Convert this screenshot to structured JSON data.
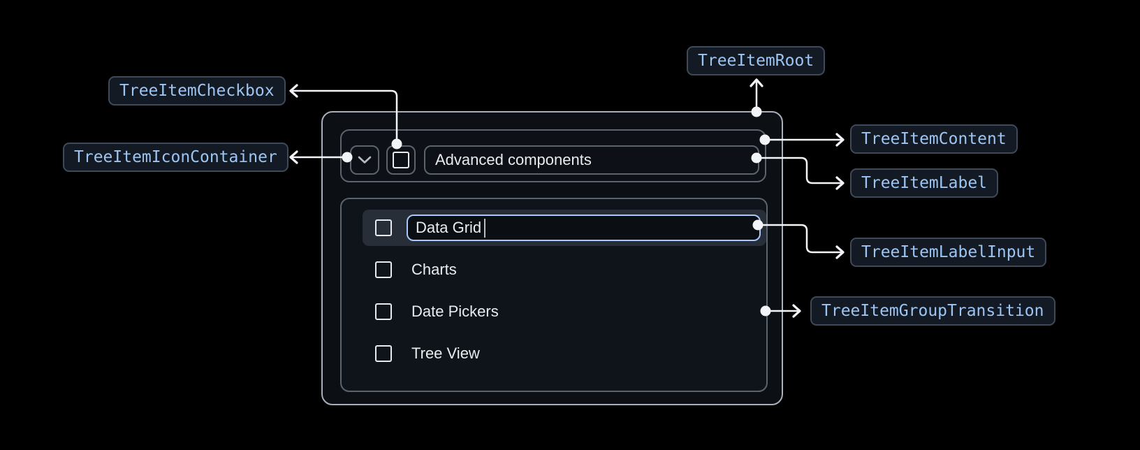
{
  "annotations": {
    "root": "TreeItemRoot",
    "checkbox": "TreeItemCheckbox",
    "icon_container": "TreeItemIconContainer",
    "content": "TreeItemContent",
    "label": "TreeItemLabel",
    "label_input": "TreeItemLabelInput",
    "group_transition": "TreeItemGroupTransition"
  },
  "tree": {
    "parent": {
      "label": "Advanced components",
      "state_icon": "chevron-down-icon",
      "checkbox_checked": false
    },
    "editing_item": {
      "input_value": "Data Grid",
      "checkbox_checked": false
    },
    "items": [
      {
        "label": "Charts",
        "checkbox_checked": false
      },
      {
        "label": "Date Pickers",
        "checkbox_checked": false
      },
      {
        "label": "Tree View",
        "checkbox_checked": false
      }
    ]
  },
  "colors": {
    "background": "#000000",
    "annotation_text": "#9CC5F3",
    "annotation_bg": "#131A23",
    "annotation_border": "#3E4A59",
    "root_border": "#A7B0BB",
    "container_border": "#5B636D",
    "row_highlight_bg": "#272E38",
    "input_focus_border": "#A8C7FA",
    "text_primary": "#E9ECEF",
    "connector": "#F2F4F7"
  }
}
